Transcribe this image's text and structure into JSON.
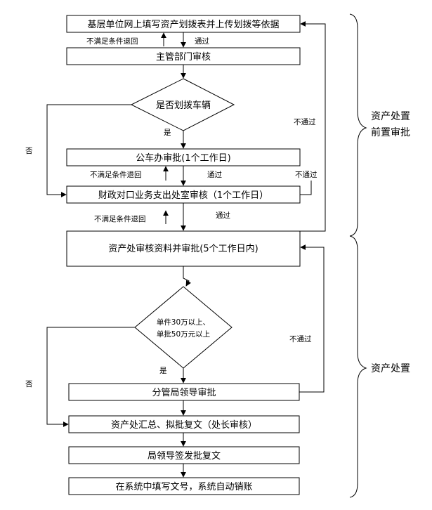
{
  "steps": {
    "fill_form": "基层单位网上填写资产划拨表并上传划拨等依据",
    "dept_review": "主管部门审核",
    "is_vehicle": "是否划拨车辆",
    "vehicle_office": "公车办审批(1个工作日)",
    "finance_review": "财政对口业务支出处室审核（1个工作日）",
    "asset_review": "资产处审核资料并审批(5个工作日内)",
    "threshold_line1": "单件30万以上、",
    "threshold_line2": "单批50万元以上",
    "bureau_leader": "分管局领导审批",
    "summary_reply": "资产处汇总、拟批复文（处长审核）",
    "sign_reply": "局领导签发批复文",
    "system_entry": "在系统中填写文号，系统自动销账"
  },
  "edge_labels": {
    "return_1": "不满足条件退回",
    "pass_1": "通过",
    "yes_1": "是",
    "no_1": "否",
    "return_2": "不满足条件退回",
    "pass_2": "通过",
    "return_3": "不满足条件退回",
    "pass_3": "通过",
    "fail_1": "不通过",
    "fail_2": "不通过",
    "yes_2": "是",
    "no_2": "否",
    "fail_3": "不通过"
  },
  "phases": {
    "pre_line1": "资产处置",
    "pre_line2": "前置审批",
    "disposal": "资产处置"
  }
}
